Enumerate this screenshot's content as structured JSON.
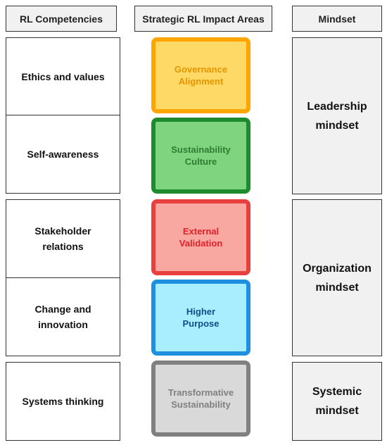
{
  "headers": {
    "competencies": "RL Competencies",
    "impact_areas": "Strategic RL Impact Areas",
    "mindset": "Mindset"
  },
  "competencies": [
    "Ethics and values",
    "Self-awareness",
    "Stakeholder\nrelations",
    "Change and\ninnovation",
    "Systems thinking"
  ],
  "impact_areas": [
    {
      "label": "Governance\nAlignment",
      "fill": "#FFD966",
      "border": "#FFA500",
      "text": "#E69500"
    },
    {
      "label": "Sustainability\nCulture",
      "fill": "#7FD47F",
      "border": "#1E8C2E",
      "text": "#2E7D32"
    },
    {
      "label": "External\nValidation",
      "fill": "#F8A8A0",
      "border": "#E8403F",
      "text": "#E0202A"
    },
    {
      "label": "Higher\nPurpose",
      "fill": "#A8EEFF",
      "border": "#1F8FE0",
      "text": "#0B4F8C"
    },
    {
      "label": "Transformative\nSustainability",
      "fill": "#D9D9D9",
      "border": "#808080",
      "text": "#808080"
    }
  ],
  "mindsets": [
    "Leadership\nmindset",
    "Organization\nmindset",
    "Systemic\nmindset"
  ]
}
